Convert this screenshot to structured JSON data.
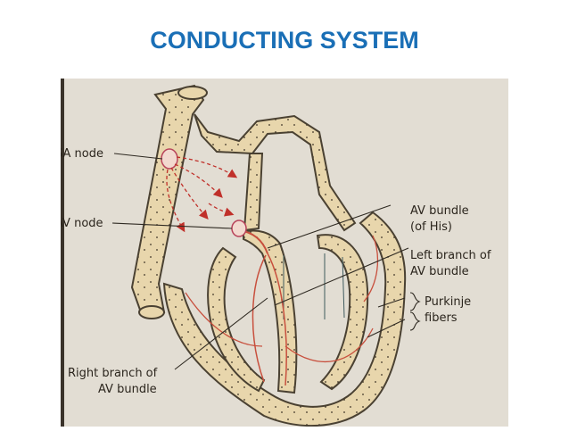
{
  "slide": {
    "title": "CONDUCTING SYSTEM",
    "title_color": "#1a6fb6"
  },
  "diagram": {
    "labels": {
      "sa_node": "SA node",
      "av_node": "AV node",
      "av_bundle_line1": "AV bundle",
      "av_bundle_line2": "(of His)",
      "left_branch_line1": "Left branch of",
      "left_branch_line2": "AV bundle",
      "purkinje_line1": "Purkinje",
      "purkinje_line2": "fibers",
      "right_branch_line1": "Right branch of",
      "right_branch_line2": "AV bundle"
    },
    "colors": {
      "paper": "#e2ddd3",
      "muscle": "#e8d6ac",
      "outline": "#4a4132",
      "conduction": "#c8503e",
      "arrow": "#c0302a",
      "node_fill": "#f2d9cf",
      "node_stroke": "#b8435a"
    }
  }
}
